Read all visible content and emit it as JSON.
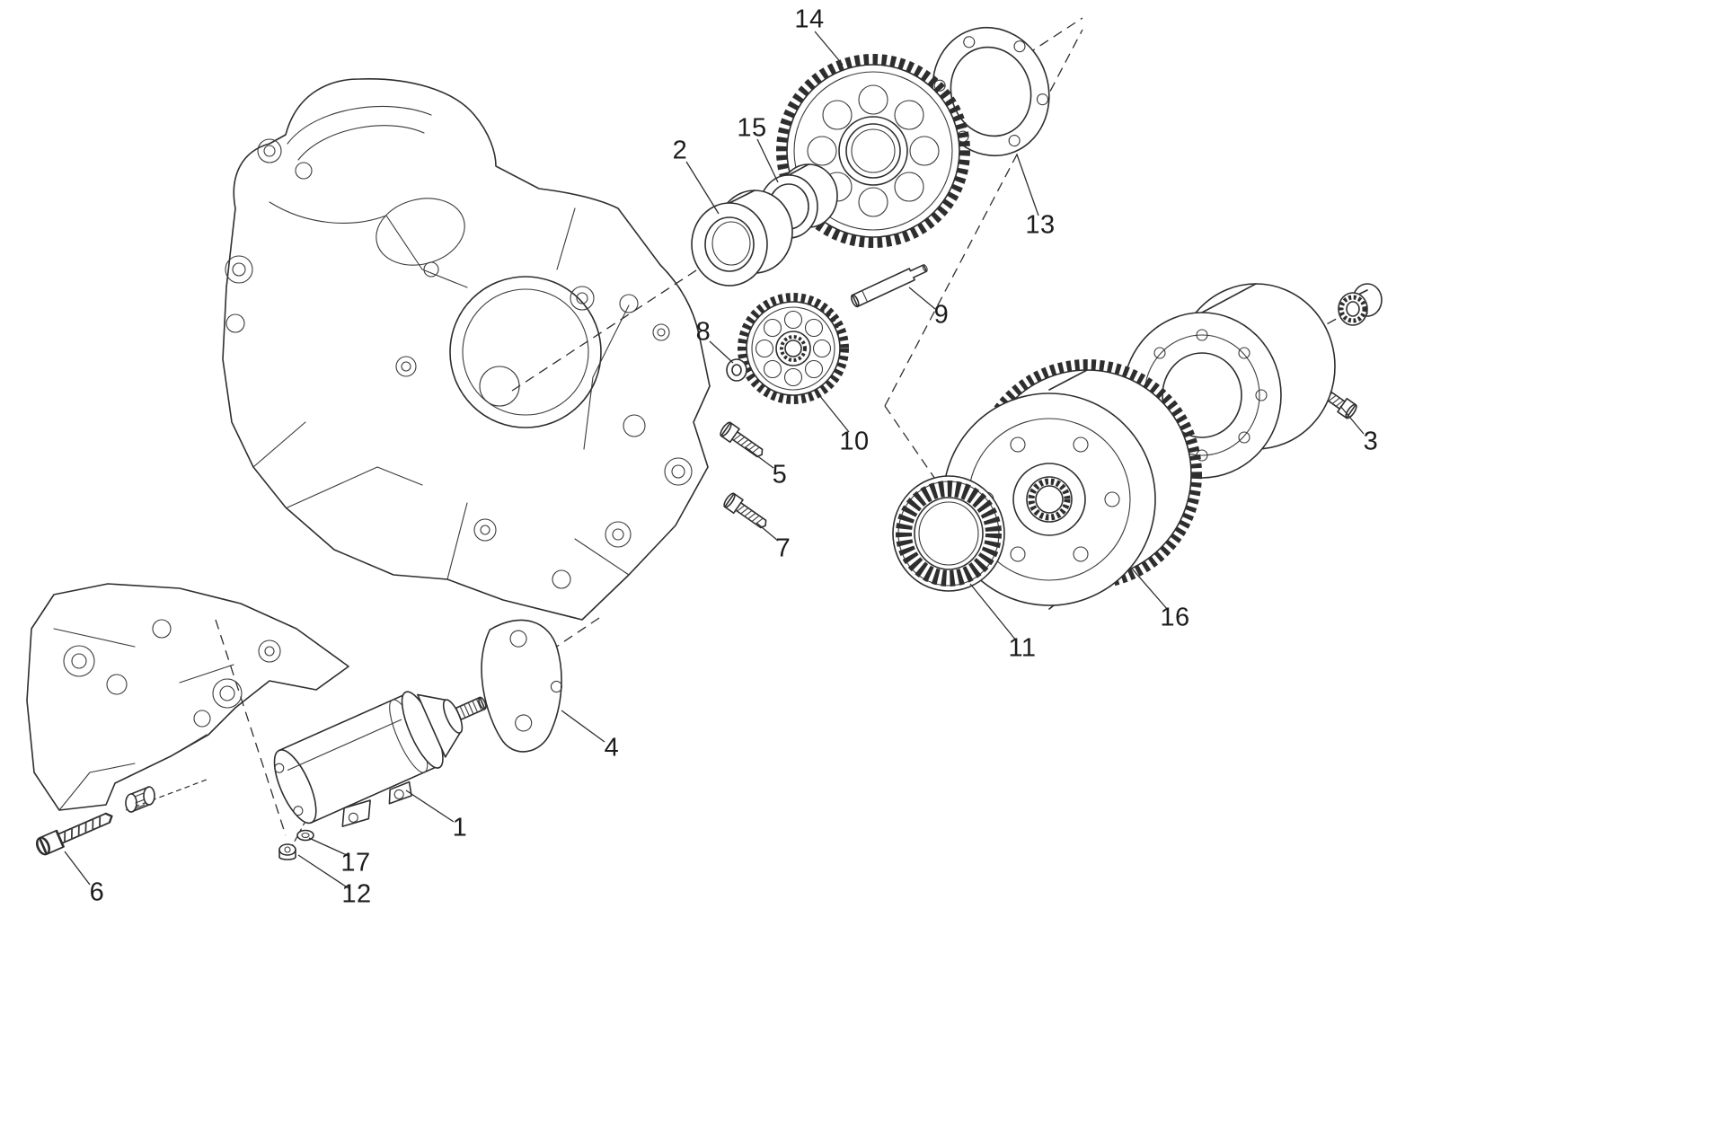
{
  "page": {
    "background": "#ffffff",
    "line_color": "#2e2e2e",
    "label_color": "#1c1c1c"
  },
  "diagram": {
    "type": "exploded-parts-diagram",
    "callouts": [
      {
        "label": "1"
      },
      {
        "label": "2"
      },
      {
        "label": "3"
      },
      {
        "label": "4"
      },
      {
        "label": "5"
      },
      {
        "label": "6"
      },
      {
        "label": "7"
      },
      {
        "label": "8"
      },
      {
        "label": "9"
      },
      {
        "label": "10"
      },
      {
        "label": "11"
      },
      {
        "label": "12"
      },
      {
        "label": "13"
      },
      {
        "label": "14"
      },
      {
        "label": "15"
      },
      {
        "label": "16"
      },
      {
        "label": "17"
      }
    ]
  }
}
